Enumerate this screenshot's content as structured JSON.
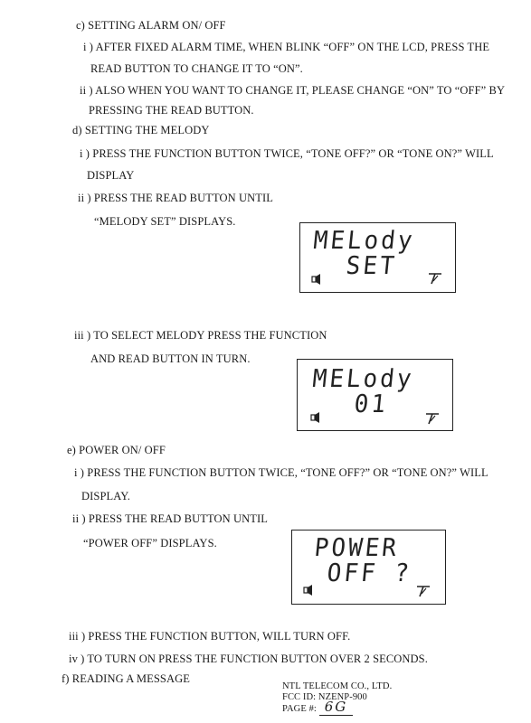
{
  "lines": {
    "c_title": "c) SETTING ALARM ON/ OFF",
    "c_i_1": "i ) AFTER FIXED ALARM TIME, WHEN BLINK “OFF” ON THE LCD, PRESS THE",
    "c_i_2": "READ BUTTON TO CHANGE IT TO “ON”.",
    "c_ii_1": "ii ) ALSO WHEN YOU WANT TO CHANGE IT, PLEASE CHANGE “ON” TO “OFF” BY",
    "c_ii_2": "PRESSING THE READ BUTTON.",
    "d_title": "d) SETTING THE MELODY",
    "d_i_1": "i ) PRESS THE FUNCTION BUTTON TWICE, “TONE OFF?” OR “TONE ON?” WILL",
    "d_i_2": "DISPLAY",
    "d_ii_1": "ii ) PRESS THE READ BUTTON UNTIL",
    "d_ii_2": "“MELODY SET” DISPLAYS.",
    "d_iii_1": "iii ) TO SELECT MELODY PRESS THE FUNCTION",
    "d_iii_2": "AND READ BUTTON IN TURN.",
    "e_title": "e) POWER ON/ OFF",
    "e_i_1": "i ) PRESS THE FUNCTION BUTTON TWICE, “TONE OFF?” OR “TONE ON?” WILL",
    "e_i_2": "DISPLAY.",
    "e_ii_1": "ii ) PRESS THE READ BUTTON UNTIL",
    "e_ii_2": "“POWER OFF” DISPLAYS.",
    "e_iii": "iii ) PRESS THE FUNCTION BUTTON, WILL TURN OFF.",
    "e_iv": "iv ) TO TURN ON PRESS THE FUNCTION BUTTON OVER 2 SECONDS.",
    "f_title": "f) READING A MESSAGE"
  },
  "lcd_displays": [
    {
      "row1": "MELody",
      "row2": "SET",
      "speaker_icon": "speaker-icon",
      "antenna_icon": "antenna-icon"
    },
    {
      "row1": "MELody",
      "row2": "01",
      "speaker_icon": "speaker-icon",
      "antenna_icon": "antenna-icon"
    },
    {
      "row1": "POWER",
      "row2": "OFF ?",
      "speaker_icon": "speaker-icon",
      "antenna_icon": "antenna-icon"
    }
  ],
  "footer": {
    "company": "NTL TELECOM CO., LTD.",
    "fcc": "FCC ID:  NZENP-900",
    "page_label": "PAGE #:",
    "page_number": "6G"
  }
}
